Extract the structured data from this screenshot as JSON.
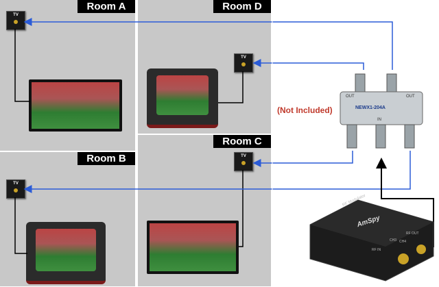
{
  "rooms": [
    {
      "id": "a",
      "label": "Room A"
    },
    {
      "id": "b",
      "label": "Room B"
    },
    {
      "id": "c",
      "label": "Room C"
    },
    {
      "id": "d",
      "label": "Room D"
    }
  ],
  "wall_plate_label": "TV",
  "splitter": {
    "note": "(Not Included)",
    "model": "NEWX1-204A",
    "port_out": "OUT",
    "port_in": "IN"
  },
  "modulator": {
    "brand": "AmSpy",
    "title": "RF Modulator",
    "port_rf_out": "RF OUT",
    "port_rf_in": "RF IN",
    "port_ch": "CH3",
    "port_ch2": "CH4"
  },
  "colors": {
    "cable": "#2a5bd7",
    "room_bg": "#c8c8c8",
    "note": "#c0392b"
  }
}
